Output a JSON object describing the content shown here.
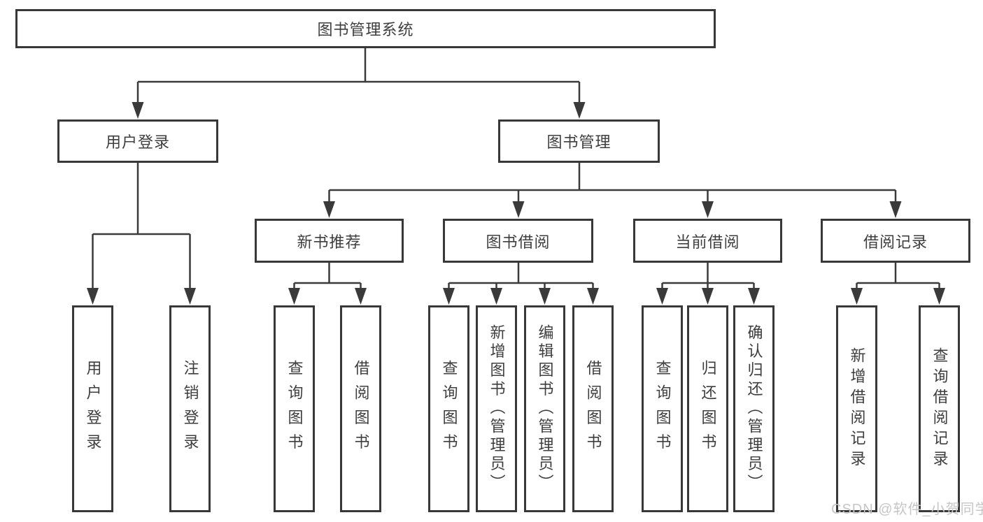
{
  "tree": {
    "root": {
      "label": "图书管理系统"
    },
    "branches": [
      {
        "label": "用户登录",
        "leaves": [
          {
            "label": "用户登录"
          },
          {
            "label": "注销登录"
          }
        ]
      },
      {
        "label": "图书管理",
        "sections": [
          {
            "label": "新书推荐",
            "leaves": [
              {
                "label": "查询图书"
              },
              {
                "label": "借阅图书"
              }
            ]
          },
          {
            "label": "图书借阅",
            "leaves": [
              {
                "label": "查询图书"
              },
              {
                "label": "新增图书（管理员）"
              },
              {
                "label": "编辑图书（管理员）"
              },
              {
                "label": "借阅图书"
              }
            ]
          },
          {
            "label": "当前借阅",
            "leaves": [
              {
                "label": "查询图书"
              },
              {
                "label": "归还图书"
              },
              {
                "label": "确认归还（管理员）"
              }
            ]
          },
          {
            "label": "借阅记录",
            "leaves": [
              {
                "label": "新增借阅记录"
              },
              {
                "label": "查询借阅记录"
              }
            ]
          }
        ]
      }
    ]
  },
  "watermark": {
    "text": "CSDN @软件_小贺同学"
  },
  "colors": {
    "line": "#3a3a3a",
    "box_border": "#383838",
    "text": "#3e3e3e",
    "watermark": "#c6c6c6",
    "background": "#ffffff"
  }
}
